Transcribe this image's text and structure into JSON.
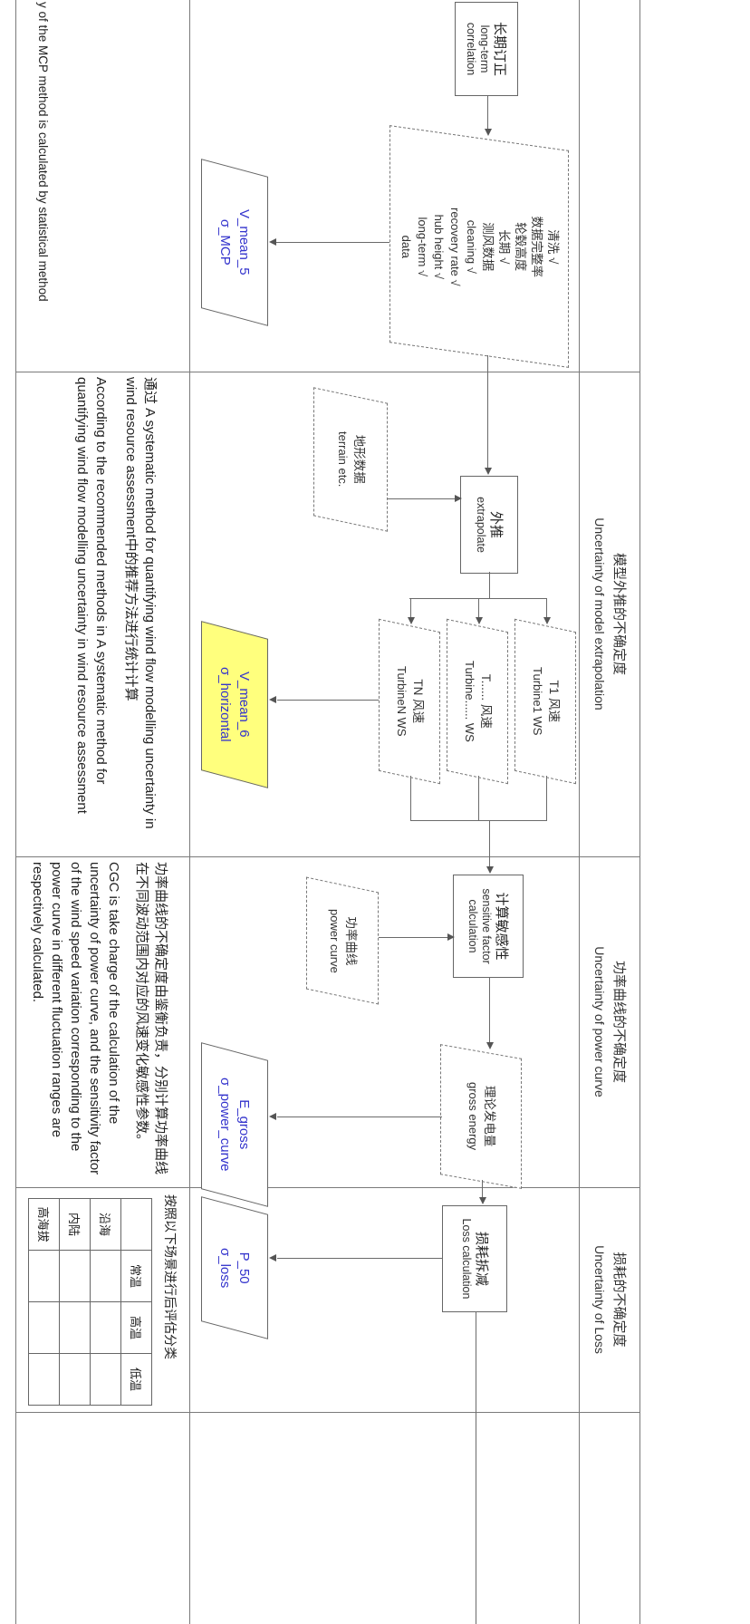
{
  "page": {
    "orientation": "figure rotated 90 degrees",
    "background": "#ffffff"
  },
  "colors": {
    "result_text_blue": "#3333cc",
    "highlight_yellow": "#ffff7d",
    "line_gray": "#666666"
  },
  "section_headers": {
    "extrapolation": {
      "cn": "模型外推的不确定度",
      "en": "Uncertainty of model extrapolation"
    },
    "power_curve": {
      "cn": "功率曲线的不确定度",
      "en": "Uncertainty of power curve"
    },
    "loss": {
      "cn": "损耗的不确定度",
      "en": "Uncertainty of Loss"
    }
  },
  "process_boxes": {
    "long_term": {
      "cn": "长期订正",
      "en": "long-term correlation"
    },
    "extrapolate": {
      "cn": "外推",
      "en": "extrapolate"
    },
    "sensitivity": {
      "cn": "计算敏感性",
      "en_line1": "sensitive factor",
      "en_line2": "calculation"
    },
    "loss_calc": {
      "cn": "损耗拆减",
      "en": "Loss calculation"
    }
  },
  "data_shapes": {
    "met_data": {
      "lines": [
        "清洗 √",
        "数据完整率",
        "轮毂高度",
        "长期 √",
        "测风数据",
        "cleaning √",
        "recovery rate √",
        "hub height √",
        "long-term √",
        "data"
      ]
    },
    "terrain": {
      "cn": "地形数据",
      "en": "terrain etc."
    },
    "turbine_1": {
      "cn": "T1 风速",
      "en": "Turbine1 WS"
    },
    "turbine_mid": {
      "cn": "T...... 风速",
      "en": "Turbine...... WS"
    },
    "turbine_n": {
      "cn": "TN 风速",
      "en": "TurbineN WS"
    },
    "power_curve": {
      "cn": "功率曲线",
      "en": "power curve"
    },
    "gross_energy": {
      "cn": "理论发电量",
      "en": "gross energy"
    }
  },
  "results": {
    "mcp": {
      "line1": "V_mean_5",
      "line2": "σ_MCP"
    },
    "horizontal": {
      "line1": "V_mean_6",
      "line2": "σ_horizontal"
    },
    "power_curve": {
      "line1": "E_gross",
      "line2": "σ_power_curve"
    },
    "loss": {
      "line1": "P_50",
      "line2": "σ_loss"
    }
  },
  "descriptions": {
    "mcp_en": "y of the MCP method is calculated by statistical method",
    "extrapolation_cn": "通过 A systematic method for quantifying wind flow modelling uncertainty in wind resource assessment中的推荐方法进行统计计算",
    "extrapolation_en": "According to the recommended methods in A systematic method for quantifying wind flow modelling uncertainty in wind resource assessment",
    "power_curve_cn": "功率曲线的不确定度由鉴衡负责，分别计算功率曲线在不同波动范围内对应的风速变化敏感性参数。",
    "power_curve_en": "CGC is take charge of the calculation of the uncertainty of power curve, and the sensitivity factor of the wind speed variation corresponding to the power curve in different fluctuation ranges are respectively calculated.",
    "loss_cn": "按照以下场景进行后评估分类"
  },
  "scenario_table": {
    "corner": "",
    "col_headers": [
      "常温",
      "高温",
      "低温"
    ],
    "row_headers": [
      "沿海",
      "内陆",
      "高海拔"
    ],
    "cells": [
      [
        "",
        "",
        ""
      ],
      [
        "",
        "",
        ""
      ],
      [
        "",
        "",
        ""
      ]
    ]
  }
}
